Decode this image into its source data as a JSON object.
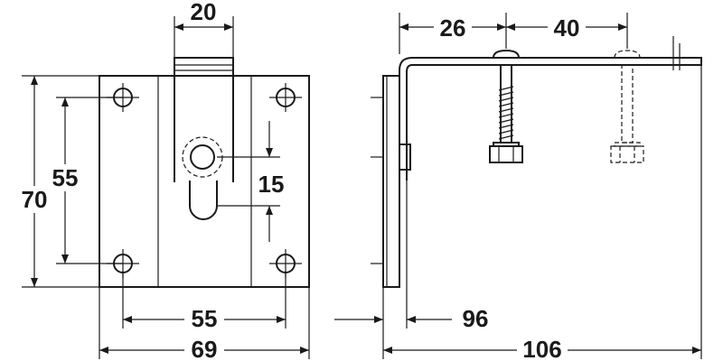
{
  "colors": {
    "line": "#1a1a1a",
    "background": "#ffffff"
  },
  "front_view": {
    "dims": {
      "top_width": "20",
      "height_outer": "70",
      "height_inner": "55",
      "slot": "15",
      "hole_spacing": "55",
      "width": "69"
    }
  },
  "side_view": {
    "dims": {
      "a": "26",
      "b": "40",
      "depth": "96",
      "total": "106"
    }
  }
}
